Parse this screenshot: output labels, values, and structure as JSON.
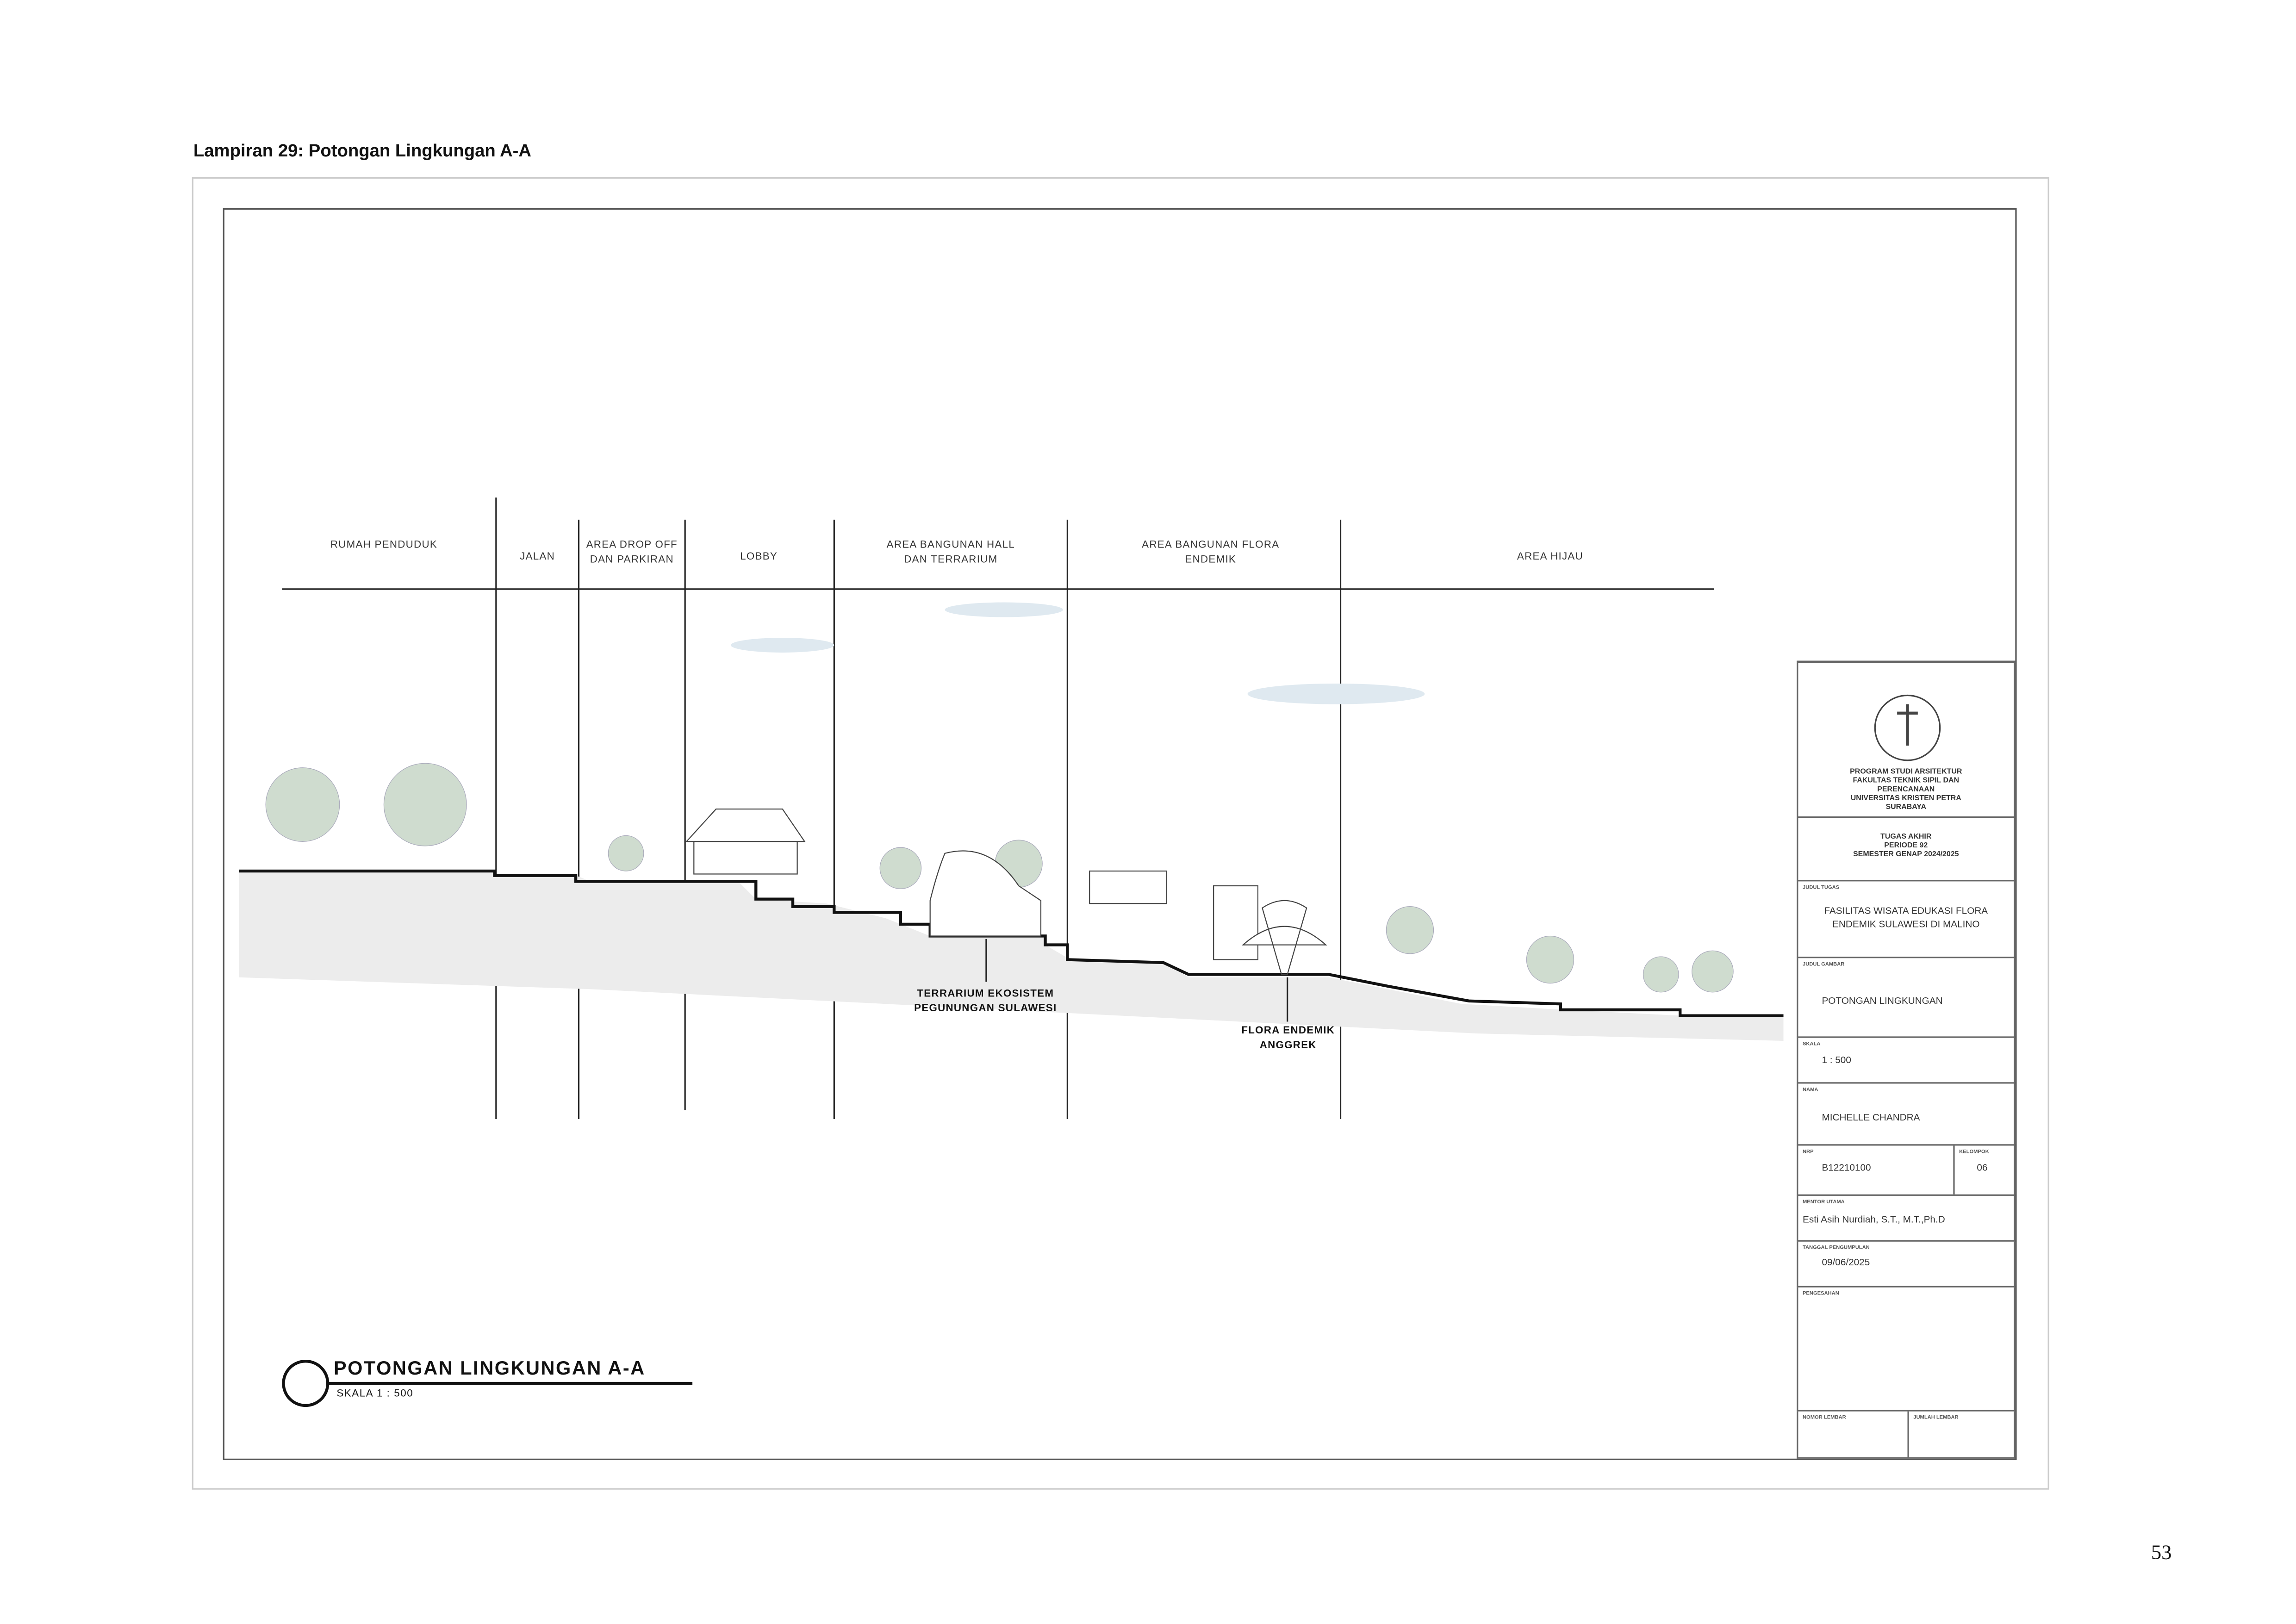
{
  "caption": "Lampiran 29: Potongan Lingkungan A-A",
  "zones": [
    "RUMAH PENDUDUK",
    "JALAN",
    "AREA DROP OFF DAN PARKIRAN",
    "LOBBY",
    "AREA BANGUNAN HALL DAN TERRARIUM",
    "AREA BANGUNAN FLORA ENDEMIK",
    "AREA HIJAU"
  ],
  "annotations": {
    "terrarium": "TERRARIUM EKOSISTEM PEGUNUNGAN SULAWESI",
    "flora": "FLORA ENDEMIK ANGGREK"
  },
  "drawing_title": {
    "title": "POTONGAN LINGKUNGAN A-A",
    "scale": "SKALA 1 : 500"
  },
  "title_block": {
    "logo_text": "UNIVERSITAS KRISTEN PETRA",
    "institution": [
      "PROGRAM STUDI ARSITEKTUR",
      "FAKULTAS TEKNIK SIPIL DAN",
      "PERENCANAAN",
      "UNIVERSITAS KRISTEN PETRA",
      "SURABAYA"
    ],
    "period": [
      "TUGAS AKHIR",
      "PERIODE 92",
      "SEMESTER GENAP 2024/2025"
    ],
    "judul_tugas_label": "JUDUL TUGAS",
    "judul_tugas": [
      "FASILITAS WISATA EDUKASI FLORA",
      "ENDEMIK SULAWESI DI MALINO"
    ],
    "judul_gambar_label": "JUDUL GAMBAR",
    "judul_gambar": "POTONGAN LINGKUNGAN",
    "skala_label": "SKALA",
    "skala": "1 : 500",
    "nama_label": "NAMA",
    "nama": "MICHELLE CHANDRA",
    "nrp_label": "NRP",
    "nrp": "B12210100",
    "kelompok_label": "KELOMPOK",
    "kelompok": "06",
    "mentor_label": "MENTOR UTAMA",
    "mentor": "Esti Asih Nurdiah, S.T., M.T.,Ph.D",
    "tanggal_label": "TANGGAL PENGUMPULAN",
    "tanggal": "09/06/2025",
    "pengesahan_label": "PENGESAHAN",
    "nomor_label": "NOMOR LEMBAR",
    "jumlah_label": "JUMLAH LEMBAR"
  },
  "page_number": "53"
}
